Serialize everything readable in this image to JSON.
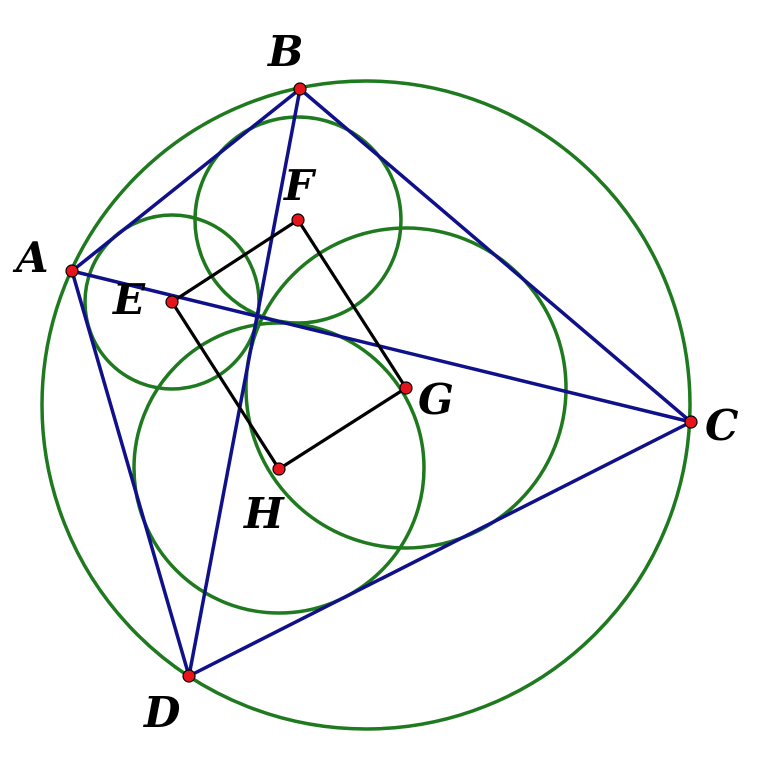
{
  "labels": {
    "A": "A",
    "B": "B",
    "C": "C",
    "D": "D",
    "E": "E",
    "F": "F",
    "G": "G",
    "H": "H"
  },
  "colors": {
    "circles": "#1f7a1f",
    "quadrilateral": "#10108a",
    "inner_quadrilateral": "#000000",
    "points": "#e8141c"
  }
}
